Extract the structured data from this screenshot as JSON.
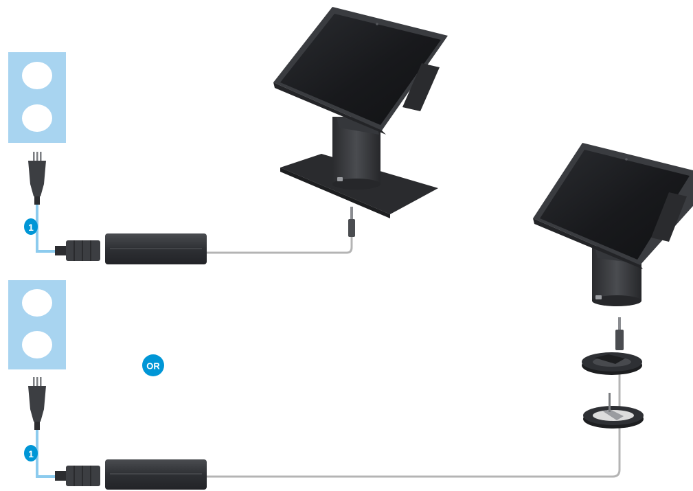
{
  "callouts": {
    "top_number": "1",
    "bottom_number": "1",
    "or_label": "OR"
  },
  "colors": {
    "outlet_panel": "#a8d4f0",
    "outlet_hole": "#ffffff",
    "callout": "#0096d6",
    "callout_line": "#8ccbee",
    "cable": "#b4b4b4",
    "plug": "#3c3e42",
    "adapter": "#2e3034",
    "device_body": "#3a3c40",
    "screen": "#1c1d20",
    "base": "#2a2b2e"
  },
  "icons": [
    "wall-outlet-icon",
    "power-plug-icon",
    "power-adapter-icon",
    "usb-c-connector-icon",
    "pos-tablet-on-stand-icon",
    "mounting-grommet-icon"
  ]
}
